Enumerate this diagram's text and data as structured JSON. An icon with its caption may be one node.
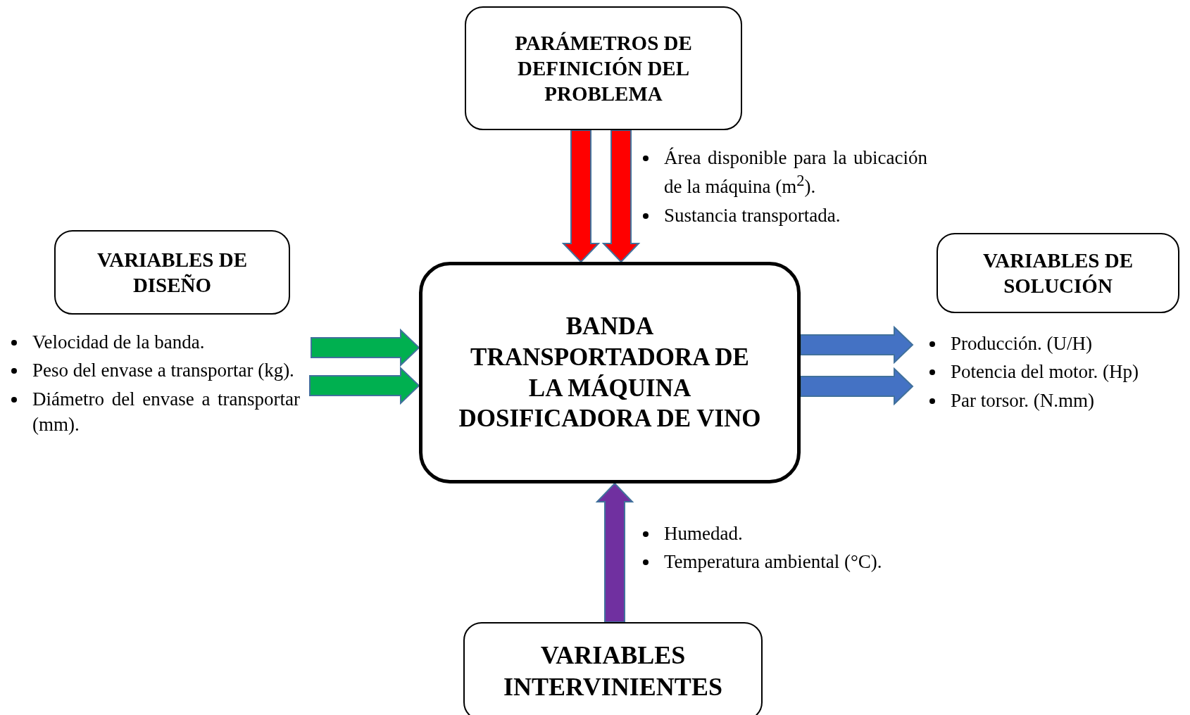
{
  "diagram": {
    "nodes": [
      {
        "text": [
          "PARÁMETROS DE DEFINICIÓN DEL PROBLEMA"
        ],
        "beside": [
          "Área disponible para la ubicación de la máquina (m$^{2}$).",
          "Sustancia transportada."
        ]
      },
      {
        "text": [
          "VARIABLES DE DISEÑO"
        ],
        "beside": [
          "Velocidad de la banda.",
          "Peso del envase a transportar (kg).",
          "Diámetro del envase a transportar (mm)."
        ]
      },
      {
        "text": [
          "BANDA TRANSPORTADORA DE LA MÁQUINA DOSIFICADORA DE VINO"
        ]
      },
      {
        "text": [
          "VARIABLES DE SOLUCIÓN"
        ],
        "beside": [
          "Producción. (U/H)",
          "Potencia del motor. (Hp)",
          "Par torsor. (N.mm)"
        ]
      },
      {
        "text": [
          "VARIABLES INTERVINIENTES"
        ],
        "beside": [
          "Humedad.",
          "Temperatura ambiental (°C)."
        ]
      }
    ],
    "edges": [
      {
        "from": 0,
        "to": 2,
        "arrow": "to",
        "color": "#ff0000"
      },
      {
        "from": 0,
        "to": 2,
        "arrow": "to",
        "color": "#ff0000"
      },
      {
        "from": null,
        "to": 2,
        "arrow": "to",
        "color": "#00b050"
      },
      {
        "from": null,
        "to": 2,
        "arrow": "to",
        "color": "#00b050"
      },
      {
        "from": 2,
        "to": null,
        "arrow": "to",
        "color": "#4472c4"
      },
      {
        "from": 2,
        "to": null,
        "arrow": "to",
        "color": "#4472c4"
      },
      {
        "from": 4,
        "to": 2,
        "arrow": "to",
        "color": "#7030a0"
      }
    ]
  }
}
